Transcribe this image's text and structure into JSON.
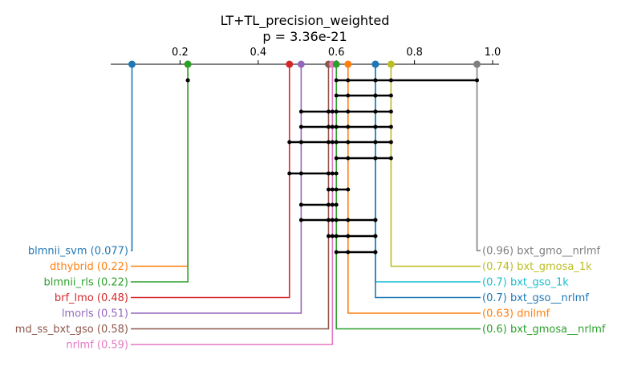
{
  "chart_data": {
    "type": "critical-difference-diagram",
    "title": "LT+TL_precision_weighted",
    "subtitle": "p = 3.36e-21",
    "axis": {
      "xlim": [
        0.0,
        1.0
      ],
      "ticks": [
        0.2,
        0.4,
        0.6,
        0.8,
        1.0
      ],
      "tick_labels": [
        "0.2",
        "0.4",
        "0.6",
        "0.8",
        "1.0"
      ]
    },
    "left_methods": [
      {
        "name": "blmnii_svm",
        "value": 0.077,
        "label": "blmnii_svm (0.077)",
        "color": "#1f77b4"
      },
      {
        "name": "dthybrid",
        "value": 0.22,
        "label": "dthybrid (0.22)",
        "color": "#ff7f0e"
      },
      {
        "name": "blmnii_rls",
        "value": 0.22,
        "label": "blmnii_rls (0.22)",
        "color": "#2ca02c"
      },
      {
        "name": "brf_lmo",
        "value": 0.48,
        "label": "brf_lmo (0.48)",
        "color": "#d62728"
      },
      {
        "name": "lmorls",
        "value": 0.51,
        "label": "lmorls (0.51)",
        "color": "#9467bd"
      },
      {
        "name": "md_ss_bxt_gso",
        "value": 0.58,
        "label": "md_ss_bxt_gso (0.58)",
        "color": "#8c564b"
      },
      {
        "name": "nrlmf",
        "value": 0.59,
        "label": "nrlmf (0.59)",
        "color": "#e377c2"
      }
    ],
    "right_methods": [
      {
        "name": "bxt_gmo__nrlmf",
        "value": 0.96,
        "label": "(0.96) bxt_gmo__nrlmf",
        "color": "#7f7f7f"
      },
      {
        "name": "bxt_gmosa_1k",
        "value": 0.74,
        "label": "(0.74) bxt_gmosa_1k",
        "color": "#bcbd22"
      },
      {
        "name": "bxt_gso_1k",
        "value": 0.7,
        "label": "(0.7) bxt_gso_1k",
        "color": "#17becf"
      },
      {
        "name": "bxt_gso__nrlmf",
        "value": 0.7,
        "label": "(0.7) bxt_gso__nrlmf",
        "color": "#1f77b4"
      },
      {
        "name": "dnilmf",
        "value": 0.63,
        "label": "(0.63) dnilmf",
        "color": "#ff7f0e"
      },
      {
        "name": "bxt_gmosa__nrlmf",
        "value": 0.6,
        "label": "(0.6) bxt_gmosa__nrlmf",
        "color": "#2ca02c"
      }
    ],
    "cliques": [
      [
        0.6,
        0.96
      ],
      [
        0.6,
        0.74
      ],
      [
        0.51,
        0.74
      ],
      [
        0.51,
        0.74
      ],
      [
        0.48,
        0.74
      ],
      [
        0.6,
        0.74
      ],
      [
        0.48,
        0.6
      ],
      [
        0.58,
        0.63
      ],
      [
        0.51,
        0.6
      ],
      [
        0.51,
        0.7
      ],
      [
        0.58,
        0.7
      ],
      [
        0.6,
        0.7
      ],
      [
        0.22,
        0.22
      ]
    ]
  }
}
